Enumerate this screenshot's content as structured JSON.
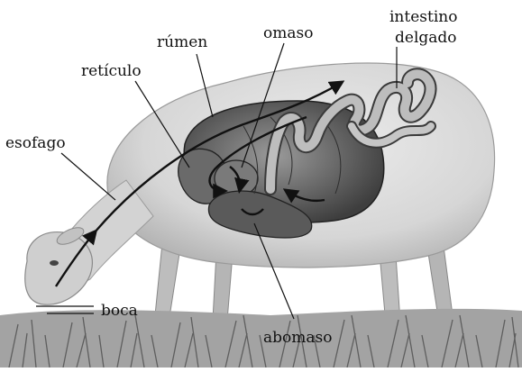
{
  "labels": {
    "intestino": "intestino",
    "delgado": "delgado",
    "omaso": "omaso",
    "rumen": "rúmen",
    "reticulo": "retículo",
    "esofago": "esofago",
    "boca": "boca",
    "abomaso": "abomaso"
  },
  "colors": {
    "background": "#ffffff",
    "ink": "#111111",
    "organ_dark": "#4a4a4a",
    "organ_mid": "#8a8a8a",
    "wool": "#d8d8d8",
    "grass": "#6a6a6a"
  },
  "icons": {
    "animal": "sheep-illustration",
    "arrows": "arrow-icon"
  }
}
